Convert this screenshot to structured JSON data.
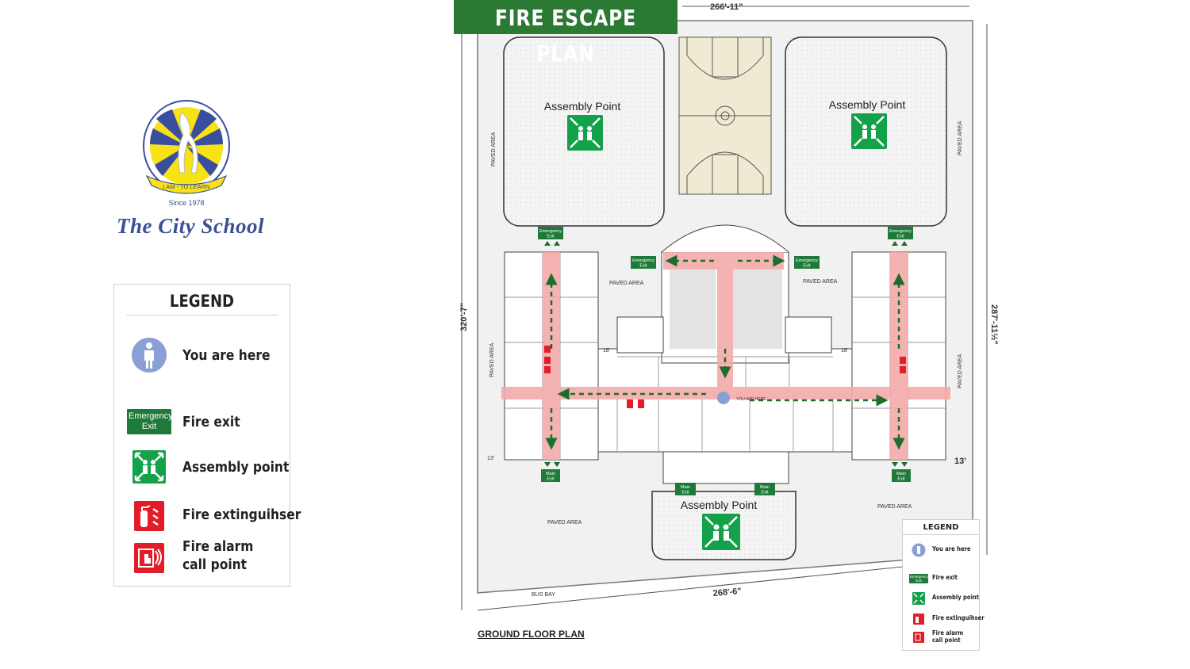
{
  "school": {
    "motto": "I AM - TO LEARN",
    "since": "Since 1978",
    "name": "The City School"
  },
  "legend": {
    "title": "LEGEND",
    "items": [
      {
        "label": "You are here",
        "icon": "you-are-here-icon"
      },
      {
        "label": "Fire exit",
        "icon": "emergency-exit-sign",
        "sign_line1": "Emergency",
        "sign_line2": "Exit"
      },
      {
        "label": "Assembly point",
        "icon": "assembly-point-icon"
      },
      {
        "label": "Fire extinguihser",
        "icon": "fire-extinguisher-icon"
      },
      {
        "label_line1": "Fire alarm",
        "label_line2": "call point",
        "icon": "fire-alarm-icon"
      }
    ]
  },
  "plan": {
    "title": "FIRE ESCAPE PLAN",
    "caption": "GROUND FLOOR PLAN",
    "dims": {
      "top": "266'-11\"",
      "bottom": "268'-6\"",
      "left": "320'-7\"",
      "right": "287'-11½\"",
      "setback_left": "13'",
      "setback_right": "13'",
      "gap_left": "18'",
      "gap_right": "18'"
    },
    "assembly_points": [
      "Assembly Point",
      "Assembly Point",
      "Assembly Point"
    ],
    "paved_area": "PAVED AREA",
    "bus_bay": "BUS BAY",
    "you_here": "YOU ARE HERE",
    "exits": {
      "emergency_line1": "Emergency",
      "emergency_line2": "Exit",
      "main_line1": "Main",
      "main_line2": "Exit"
    }
  },
  "colors": {
    "title_green": "#2b7a33",
    "exit_green": "#1f7a3a",
    "assembly_green": "#13a24a",
    "route_pink": "#f4aaaa",
    "arrow_green": "#1b6e2c",
    "court_beige": "#f1ead2",
    "extinguisher_red": "#e21d2a",
    "marker_blue": "#8a9fd6"
  }
}
